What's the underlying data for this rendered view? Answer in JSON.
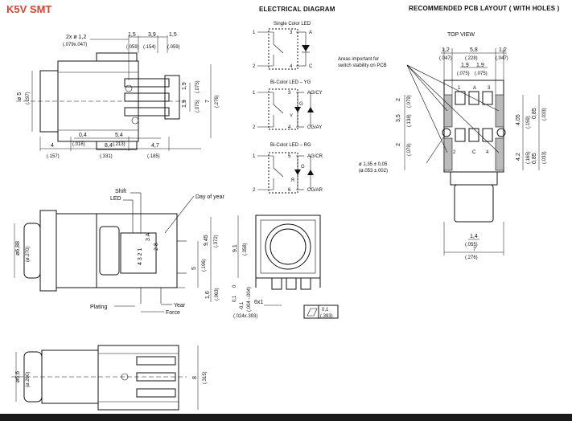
{
  "title": "K5V SMT",
  "headers": {
    "electrical": "ELECTRICAL DIAGRAM",
    "pcb": "RECOMMENDED PCB LAYOUT ( WITH HOLES )",
    "top_view": "TOP VIEW"
  },
  "electrical": {
    "single_label": "Single Color LED",
    "bi_yg_label": "Bi-Color LED – YG",
    "bi_rg_label": "Bi-Color LED – RG",
    "pin1": "1",
    "pin2": "2",
    "pin3": "3",
    "pin4": "4",
    "pin5": "5",
    "pin6": "6",
    "A": "A",
    "C": "C",
    "AG_CY": "AG/CY",
    "CG_AY": "CG/AY",
    "AG_CR": "AG/CR",
    "CG_AR": "CG/AR",
    "G": "G",
    "Y": "Y",
    "R": "R"
  },
  "side_view": {
    "d_2x": "2x ø  1,2",
    "d_2x_in": "(.079x.047)",
    "d_15": "1,5",
    "d_15_in": "(.059)",
    "d_39": "3,9",
    "d_39_in": "(.154)",
    "d_15b": "1,5",
    "d_15b_in": "(.059)",
    "d_5": "ø 5",
    "d_5_in": "(.197)",
    "d_19a": "1,9",
    "d_19a_in": "(.075)",
    "d_19b": "1,9",
    "d_19b_in": "(.075)",
    "d_7": "7",
    "d_7_in": "(.276)",
    "d_04": "0,4",
    "d_04_in": "(.016)",
    "d_54": "5,4",
    "d_54_in": "(.213)",
    "d_4": "4",
    "d_4_in": "(.157)",
    "d_84": "8,4",
    "d_84_in": "(.331)",
    "d_47": "4,7",
    "d_47_in": "(.185)"
  },
  "front_view": {
    "shift": "Shift",
    "led": "LED",
    "day": "Day of year",
    "plating": "Plating",
    "year": "Year",
    "force": "Force",
    "d_688": "ø6,88",
    "d_688_in": "(ø.270)",
    "d_945": "9,45",
    "d_945_in": "(.372)",
    "d_5": "5",
    "d_5_in": "(.196)",
    "d_16": "1,6",
    "d_16_in": "(.063)",
    "pins": "3  A",
    "pins2": "4  3  2 1",
    "day_digits": "2  8"
  },
  "mid_view": {
    "d_91": "9,1",
    "d_91_in": "(.358)",
    "d_0": "0",
    "d_01": "0,1",
    "d_01_in": "(.004 -.004)",
    "d_01b": "-0,1",
    "d_6x1": "6x1",
    "d_6x1_in": "(.024x.393)",
    "flat": "0,1",
    "flat_in": "(.393)"
  },
  "bottom_view": {
    "d_66": "ø6,6",
    "d_66_in": "(ø.260)",
    "d_8": "8",
    "d_8_in": "(.315)"
  },
  "pcb": {
    "d_12a": "1,2",
    "d_12a_in": "(.047)",
    "d_58": "5,8",
    "d_58_in": "(.228)",
    "d_12b": "1,2",
    "d_12b_in": "(.047)",
    "d_19a": "1,9",
    "d_19a_in": "(.075)",
    "d_19b": "1,9",
    "d_19b_in": "(.075)",
    "areas": "Areas important for",
    "areas2": "switch stability on PCB",
    "d_2a": "2",
    "d_2a_in": "(.079)",
    "d_35": "3,5",
    "d_35_in": "(.138)",
    "d_2b": "2",
    "d_2b_in": "(.079)",
    "d_405": "4,05",
    "d_405_in": "(.159)",
    "d_085a": "0,85",
    "d_085a_in": "(.033)",
    "d_42": "4,2",
    "d_42_in": "(.165)",
    "d_085b": "0,85",
    "d_085b_in": "(.033)",
    "d_135": "ø 1,35  ± 0,05",
    "d_135_in": "(ø.053  ±.002)",
    "d_14": "1,4",
    "d_14_in": "(.055)",
    "d_7": "7",
    "d_7_in": "(.276)",
    "p1": "1",
    "pA": "A",
    "p3": "3",
    "p2": "2",
    "pC": "C",
    "p4": "4"
  }
}
